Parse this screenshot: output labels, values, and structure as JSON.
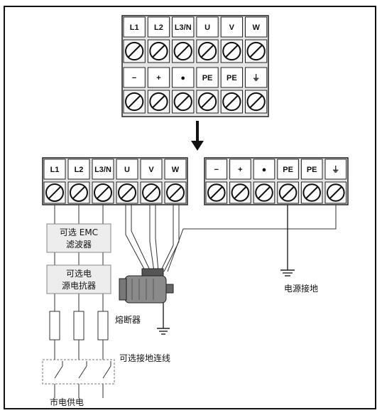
{
  "top_block": {
    "row1": [
      "L1",
      "L2",
      "L3/N",
      "U",
      "V",
      "W"
    ],
    "row2": [
      "−",
      "+",
      "●",
      "PE",
      "PE",
      "⏚"
    ]
  },
  "bottom_left_block": [
    "L1",
    "L2",
    "L3/N",
    "U",
    "V",
    "W"
  ],
  "bottom_right_block": [
    "−",
    "+",
    "●",
    "PE",
    "PE",
    "⏚"
  ],
  "labels": {
    "emc_filter_line1": "可选 EMC",
    "emc_filter_line2": "滤波器",
    "reactor_line1": "可选电",
    "reactor_line2": "源电抗器",
    "fuse": "熔断器",
    "optional_ground": "可选接地连线",
    "power_ground": "电源接地",
    "mains_supply": "市电供电"
  }
}
